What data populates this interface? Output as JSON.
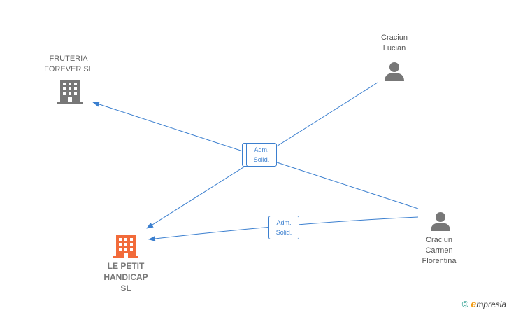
{
  "colors": {
    "edge": "#3b7fcf",
    "company_icon": "#777777",
    "highlight_icon": "#f26b3a",
    "person_icon": "#777777"
  },
  "nodes": {
    "fruteria": {
      "label": "FRUTERIA\nFOREVER SL",
      "icon": "building-icon"
    },
    "le_petit": {
      "label": "LE PETIT\nHANDICAP\nSL",
      "icon": "building-icon"
    },
    "lucian": {
      "label": "Craciun\nLucian",
      "icon": "person-icon"
    },
    "carmen": {
      "label": "Craciun\nCarmen\nFlorentina",
      "icon": "person-icon"
    }
  },
  "edge_labels": {
    "upper": "Adm.\nSolid.",
    "lower": "Adm.\nSolid."
  },
  "brand": {
    "copyright": "©",
    "e": "e",
    "rest": "mpresia"
  }
}
